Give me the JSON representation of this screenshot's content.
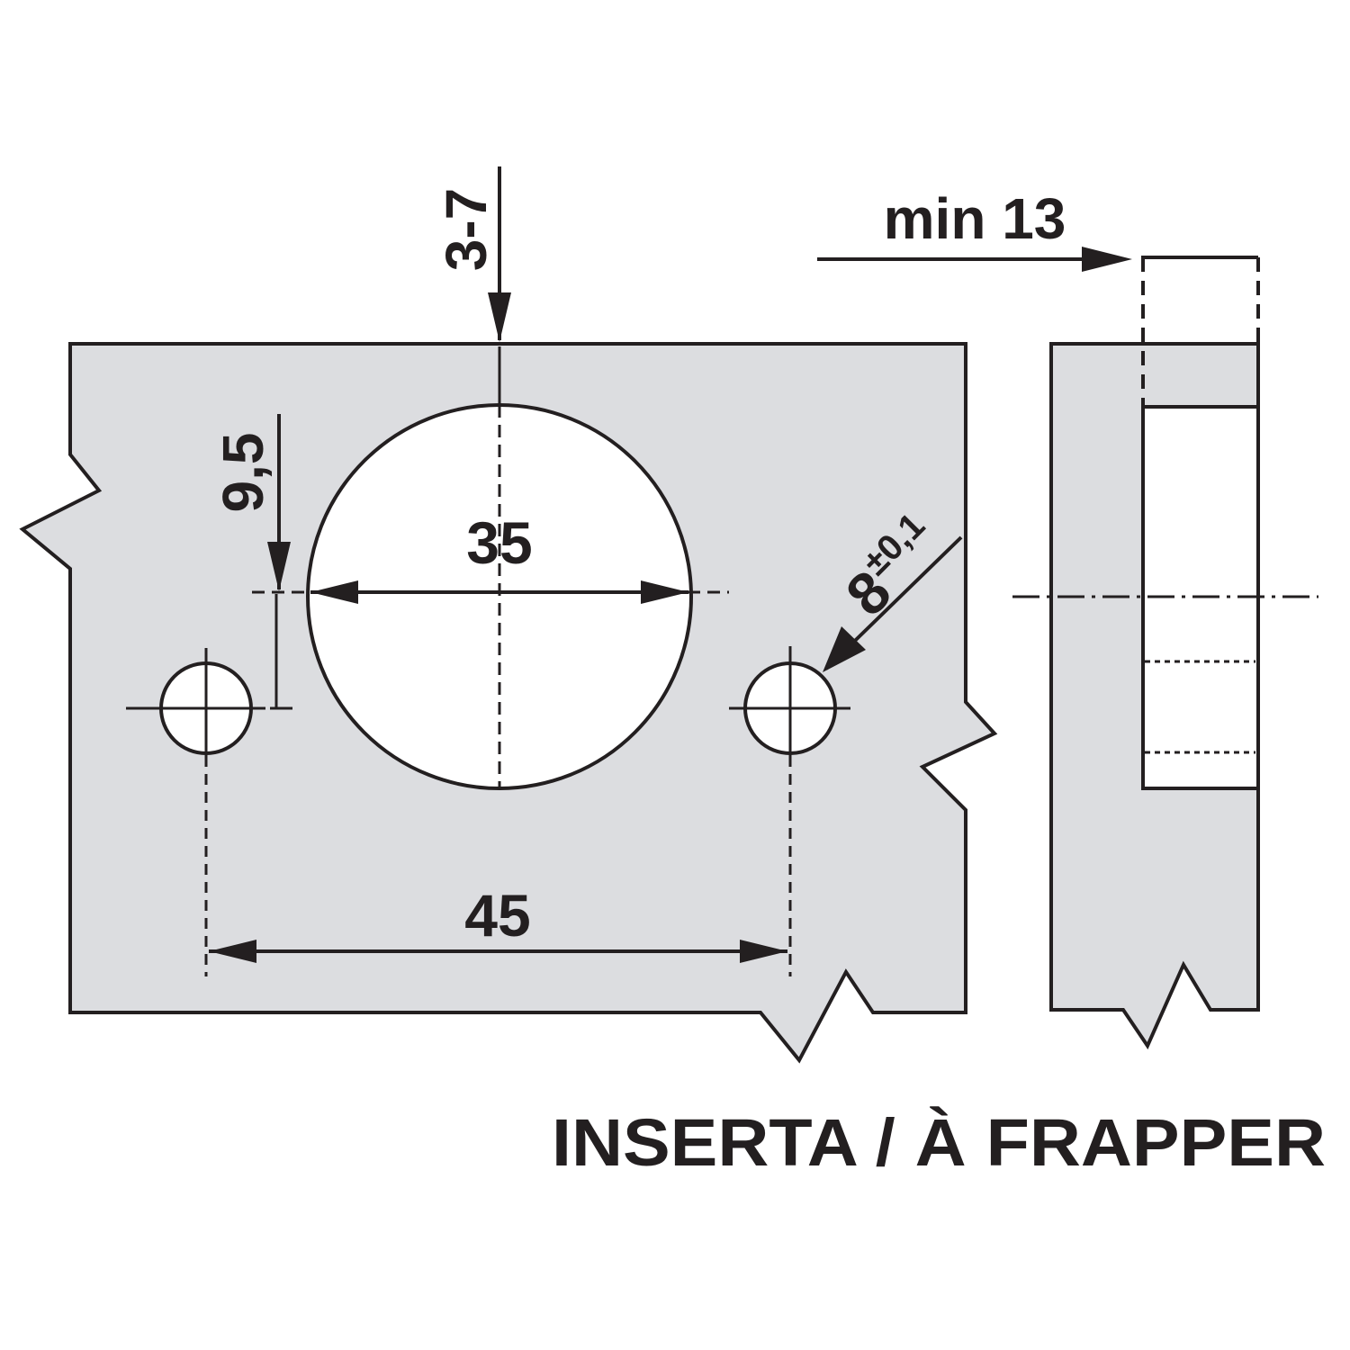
{
  "title": "INSERTA / À FRAPPER",
  "dimensions": {
    "edge_distance": "3-7",
    "cup_diameter": "35",
    "hole_offset": "9,5",
    "hole_diameter": "8",
    "hole_tolerance": "±0,1",
    "hole_spacing": "45",
    "min_thickness": "min 13"
  },
  "colors": {
    "panel_fill": "#dcdde0",
    "line": "#231f20",
    "background": "#ffffff"
  }
}
